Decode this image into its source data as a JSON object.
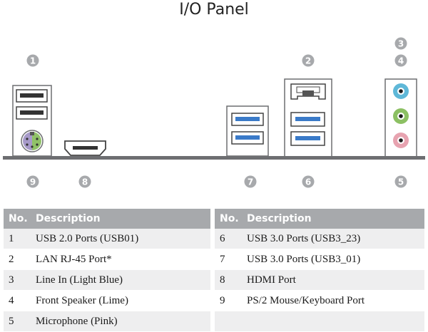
{
  "title": "I/O Panel",
  "callouts": {
    "c1": "1",
    "c2": "2",
    "c3": "3",
    "c4": "4",
    "c5": "5",
    "c6": "6",
    "c7": "7",
    "c8": "8",
    "c9": "9"
  },
  "colors": {
    "callout": "#a7a9ac",
    "panel_line": "#6d6e71",
    "header_bg": "#a7a9ac",
    "row_stripe": "#eeeeef",
    "usb3_blue": "#3a7ac8",
    "ps2_purple": "#a79ac9",
    "ps2_green": "#90c268",
    "audio_light_blue": "#5fb8d8",
    "audio_lime": "#8cc063",
    "audio_pink": "#e7a3b0"
  },
  "table_headers": {
    "no": "No.",
    "description": "Description"
  },
  "table_left": [
    {
      "no": "1",
      "description": "USB 2.0 Ports (USB01)"
    },
    {
      "no": "2",
      "description": "LAN RJ-45 Port*"
    },
    {
      "no": "3",
      "description": "Line In (Light Blue)"
    },
    {
      "no": "4",
      "description": "Front Speaker (Lime)"
    },
    {
      "no": "5",
      "description": "Microphone (Pink)"
    }
  ],
  "table_right": [
    {
      "no": "6",
      "description": "USB 3.0 Ports (USB3_23)"
    },
    {
      "no": "7",
      "description": "USB 3.0 Ports (USB3_01)"
    },
    {
      "no": "8",
      "description": "HDMI Port"
    },
    {
      "no": "9",
      "description": "PS/2 Mouse/Keyboard Port"
    }
  ]
}
